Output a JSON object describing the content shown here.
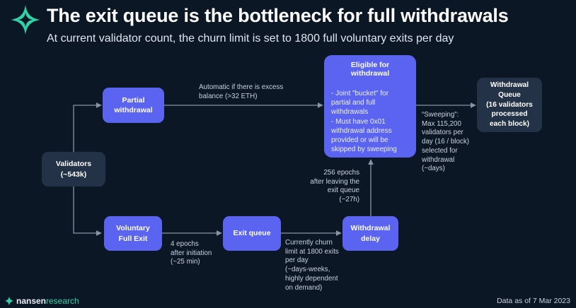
{
  "header": {
    "title": "The exit queue is the bottleneck for full withdrawals",
    "subtitle": "At current validator count, the churn limit is set to 1800 full voluntary exits per day"
  },
  "nodes": {
    "validators": {
      "label": "Validators",
      "sub": "(~543k)"
    },
    "partial": {
      "label": "Partial",
      "label2": "withdrawal"
    },
    "voluntary": {
      "label": "Voluntary",
      "label2": "Full Exit"
    },
    "exit_queue": {
      "label": "Exit queue"
    },
    "withdrawal_delay": {
      "label": "Withdrawal",
      "label2": "delay"
    },
    "eligible": {
      "title": "Eligible for withdrawal",
      "lines": [
        "- Joint \"bucket\" for",
        "partial and full",
        "withdrawals",
        "- Must have 0x01",
        "withdrawal address",
        "provided or will be",
        "skipped by sweeping"
      ]
    },
    "withdrawal_queue": {
      "lines": [
        "Withdrawal",
        "Queue",
        "(16 validators",
        "processed",
        "each block)"
      ]
    }
  },
  "notes": {
    "automatic": [
      "Automatic if there is excess",
      "balance (>32 ETH)"
    ],
    "four_epochs": [
      "4 epochs",
      "after initiation",
      "(~25 min)"
    ],
    "churn": [
      "Currently churn",
      "limit at 1800 exits",
      "per day",
      "(~days-weeks,",
      "highly dependent",
      "on demand)"
    ],
    "epochs256": [
      "256 epochs",
      "after leaving the",
      "exit queue",
      "(~27h)"
    ],
    "sweeping": [
      "“Sweeping”:",
      "Max 115,200",
      "validators per",
      "day (16 / block)",
      "selected for",
      "withdrawal",
      "(~days)"
    ]
  },
  "footer": {
    "brand_main": "nansen",
    "brand_accent": "research",
    "as_of": "Data as of 7 Mar 2023"
  },
  "colors": {
    "background": "#0c1726",
    "node_blue": "#5a64f0",
    "node_dark": "#233246",
    "accent_green": "#2fd3a8",
    "line": "#8894a4"
  }
}
